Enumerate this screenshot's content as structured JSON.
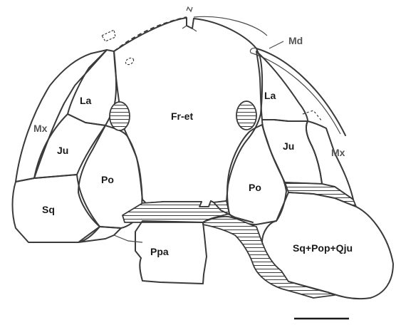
{
  "labels": {
    "fr_et": "Fr-et",
    "md": "Md",
    "la_left": "La",
    "la_right": "La",
    "mx_left": "Mx",
    "mx_right": "Mx",
    "ju_left": "Ju",
    "ju_right": "Ju",
    "po_left": "Po",
    "po_right": "Po",
    "sq_left": "Sq",
    "ppa": "Ppa",
    "sq_pop_qju": "Sq+Pop+Qju"
  },
  "colors": {
    "outline": "#3a3a3a",
    "hatch": "#3a3a3a",
    "text": "#1a1a1a"
  }
}
